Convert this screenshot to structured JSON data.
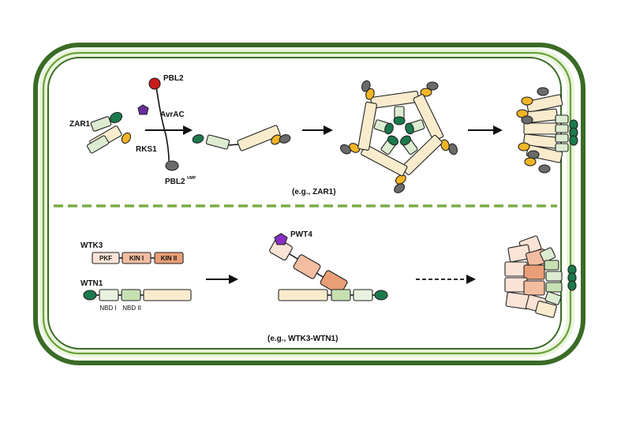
{
  "top_panel": {
    "zar1_label": "ZAR1",
    "pbl2_label": "PBL2",
    "avrac_label": "AvrAC",
    "rks1_label": "RKS1",
    "pbl2ump_label": "PBL2",
    "pbl2ump_sup": "UMP",
    "example_label": "(e.g., ZAR1)"
  },
  "bottom_panel": {
    "wtk3_label": "WTK3",
    "wtk3_domains": [
      "PKF",
      "KIN I",
      "KIN II"
    ],
    "wtn1_label": "WTN1",
    "wtn1_domains": [
      "NBD I",
      "NBD II"
    ],
    "pwt4_label": "PWT4",
    "example_label": "(e.g., WTK3-WTN1)"
  },
  "colors": {
    "cell_wall": "#3a6b26",
    "membrane": "#6aa03a",
    "cytoplasm_edge": "#eaf5dc",
    "ncc_domain": "#f8eccd",
    "nbd_domain": "#dcecd1",
    "cc_domain": "#1b7a4c",
    "yellow_partner": "#f2b526",
    "grey_partner": "#6b6b6b",
    "pbl2": "#c81c1c",
    "avrac": "#6b2b9e",
    "kinase_light": "#fbe3d6",
    "kinase_mid": "#f2bda0",
    "kinase_dark": "#e99e76",
    "divider": "#7aac46"
  }
}
